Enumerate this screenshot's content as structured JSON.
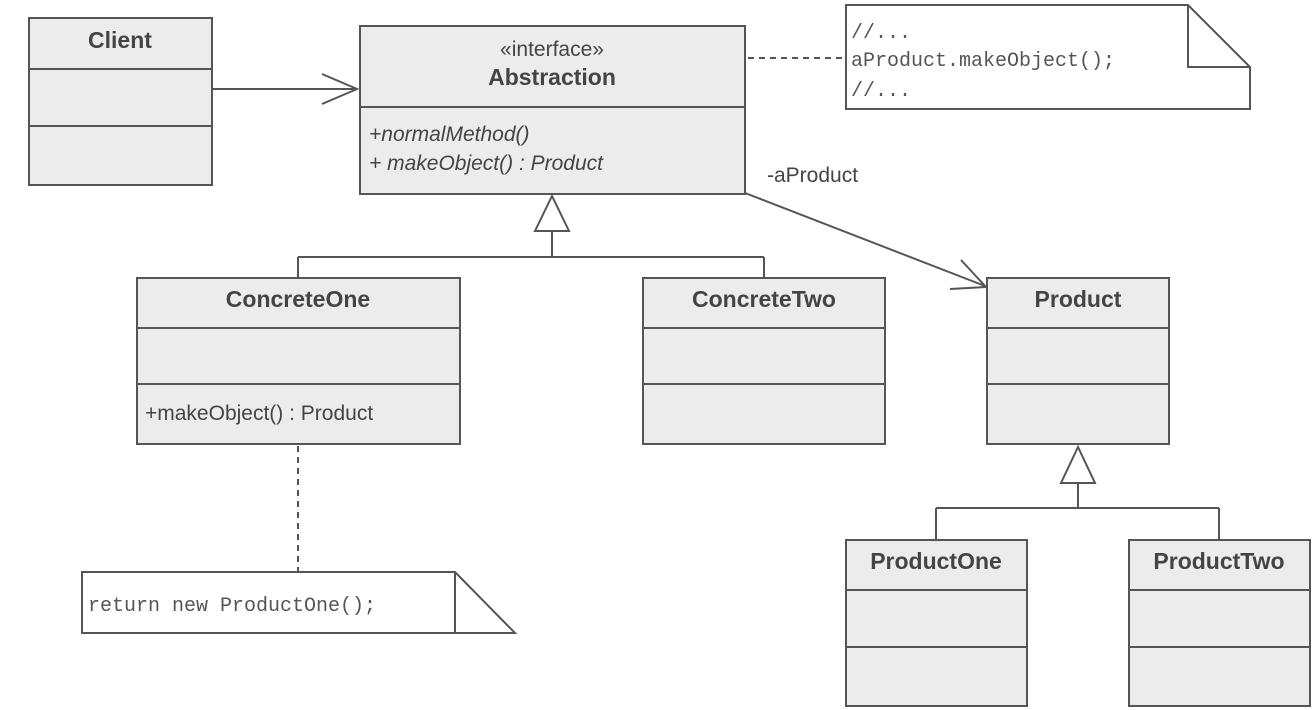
{
  "classes": {
    "client": {
      "name": "Client"
    },
    "abstraction": {
      "stereotype": "«interface»",
      "name": "Abstraction",
      "methods": [
        "+normalMethod()",
        "+ makeObject() : Product"
      ]
    },
    "concrete_one": {
      "name": "ConcreteOne",
      "methods": [
        "+makeObject() : Product"
      ]
    },
    "concrete_two": {
      "name": "ConcreteTwo"
    },
    "product": {
      "name": "Product"
    },
    "product_one": {
      "name": "ProductOne"
    },
    "product_two": {
      "name": "ProductTwo"
    }
  },
  "association_label": "-aProduct",
  "notes": {
    "abstraction_note": [
      "//...",
      "aProduct.makeObject();",
      "//..."
    ],
    "concrete_note": [
      "return new ProductOne();"
    ]
  }
}
